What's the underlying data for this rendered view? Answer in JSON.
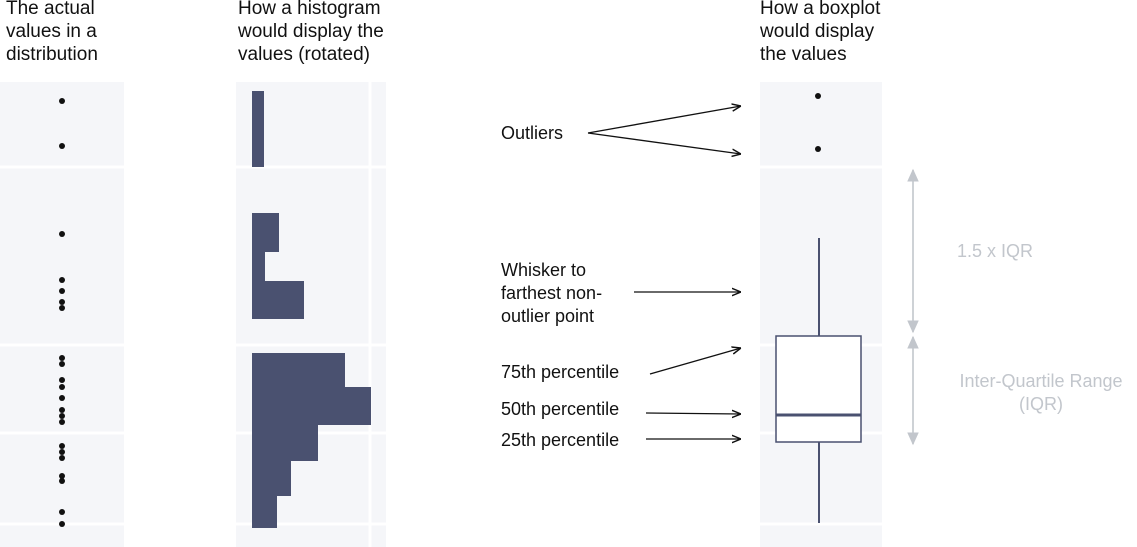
{
  "headings": {
    "actual": "The actual\nvalues in a\ndistribution",
    "histogram": "How a histogram\nwould display the\nvalues (rotated)",
    "boxplot": "How a boxplot\nwould display\nthe values"
  },
  "labels": {
    "outliers": "Outliers",
    "whisker": "Whisker to\nfarthest non-\noutlier point",
    "p75": "75th percentile",
    "p50": "50th percentile",
    "p25": "25th percentile",
    "range": "1.5 x IQR",
    "iqr": "Inter-Quartile Range\n(IQR)"
  },
  "colors": {
    "bar": "#4a5170",
    "band": "#f5f6f9",
    "annotation": "#c2c6cc",
    "ink": "#111111"
  },
  "icons": [
    "arrow-icon",
    "double-arrow-icon"
  ]
}
